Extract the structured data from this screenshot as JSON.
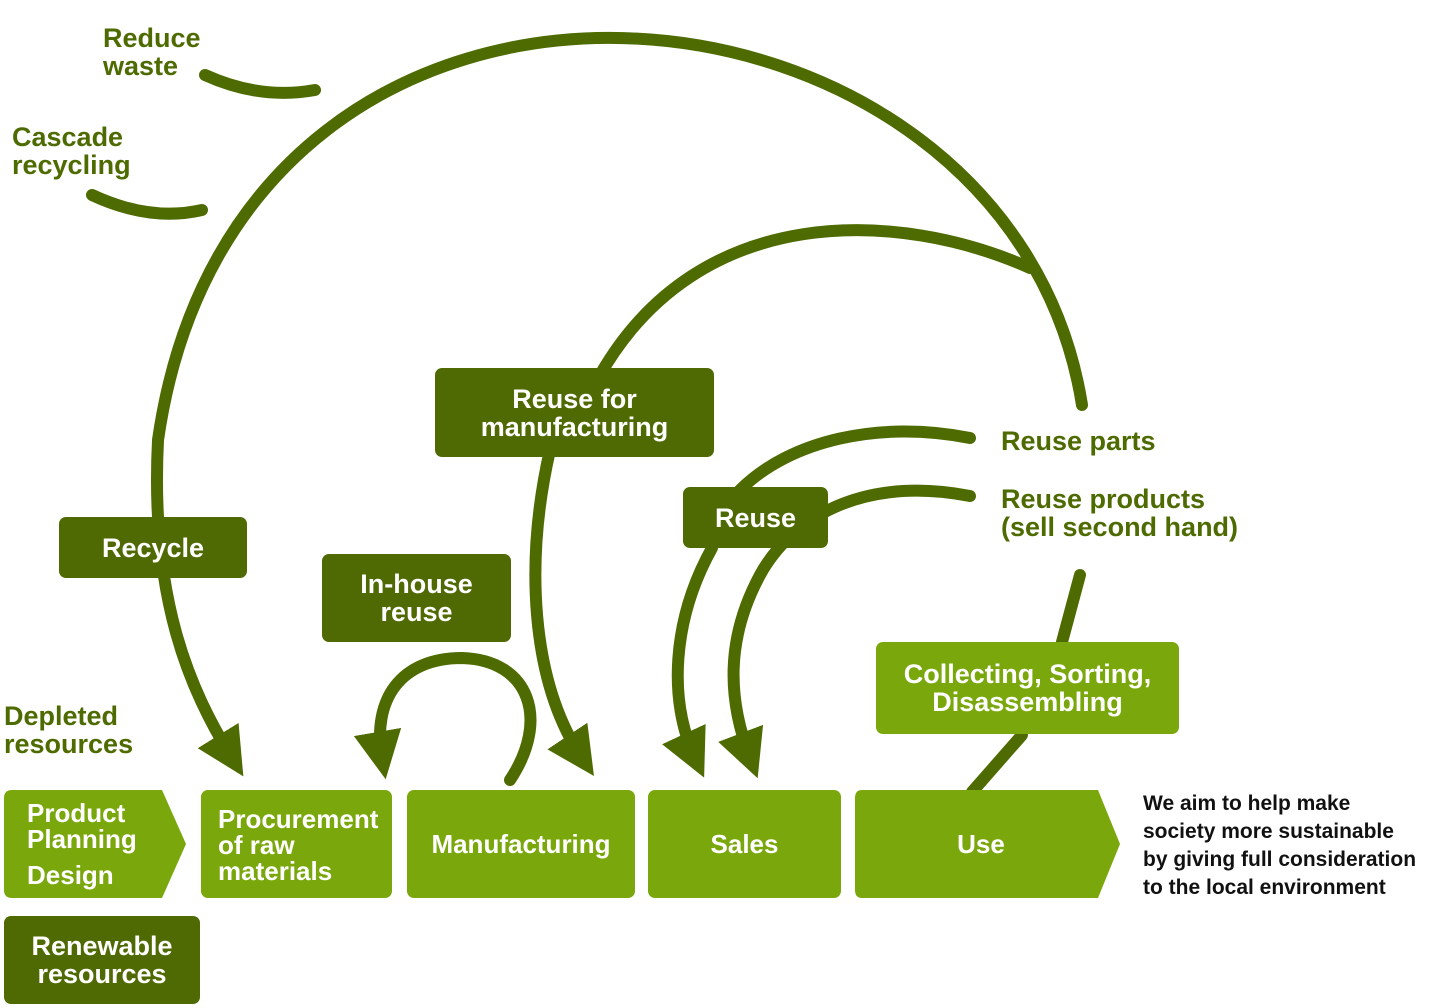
{
  "colors": {
    "dark": "#4f6a02",
    "light": "#7aa80c",
    "stroke": "#4d6b00",
    "label": "#4d6b00"
  },
  "labels": {
    "reduce_waste": "Reduce\nwaste",
    "cascade_recycling": "Cascade\nrecycling",
    "depleted_resources": "Depleted\nresources",
    "reuse_parts": "Reuse parts",
    "reuse_products": "Reuse products\n(sell second hand)"
  },
  "boxes": {
    "recycle": "Recycle",
    "reuse_for_manufacturing": "Reuse for\nmanufacturing",
    "in_house_reuse": "In-house\nreuse",
    "reuse": "Reuse",
    "collecting": "Collecting, Sorting,\nDisassembling",
    "renewable_resources": "Renewable\nresources"
  },
  "stages": {
    "product_planning": "Product\nPlanning",
    "design": "Design",
    "procurement": "Procurement\nof raw\nmaterials",
    "manufacturing": "Manufacturing",
    "sales": "Sales",
    "use": "Use"
  },
  "tagline": "We aim to help make\nsociety more sustainable\nby giving full consideration\nto the local environment"
}
